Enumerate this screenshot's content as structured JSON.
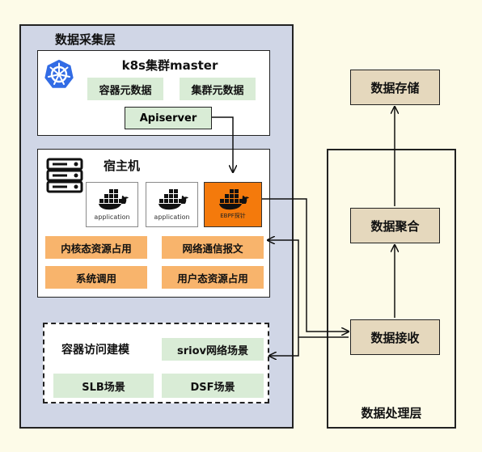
{
  "collect_layer": {
    "title": "数据采集层"
  },
  "k8s_master": {
    "title": "k8s集群master",
    "container_meta": "容器元数据",
    "cluster_meta": "集群元数据",
    "apiserver": "Apiserver"
  },
  "host": {
    "title": "宿主机",
    "apps": [
      {
        "label": "application"
      },
      {
        "label": "application"
      },
      {
        "label": "EBPF探针"
      }
    ],
    "tags": {
      "kernel_resource": "内核态资源占用",
      "network_message": "网络通信报文",
      "syscall": "系统调用",
      "user_resource": "用户态资源占用"
    }
  },
  "container_access": {
    "title": "容器访问建模",
    "sriov": "sriov网络场景",
    "slb": "SLB场景",
    "dsf": "DSF场景"
  },
  "process_layer": {
    "title": "数据处理层",
    "storage": "数据存储",
    "aggregate": "数据聚合",
    "receive": "数据接收"
  },
  "colors": {
    "collect_bg": "#d0d6e6",
    "green": "#d9ecd6",
    "orange": "#f8b46c",
    "ebpf": "#f47a0c",
    "tan": "#e5d8bd",
    "k8s_blue": "#326ce5"
  },
  "icons": [
    "kubernetes-logo-icon",
    "server-icon",
    "docker-whale-icon"
  ]
}
